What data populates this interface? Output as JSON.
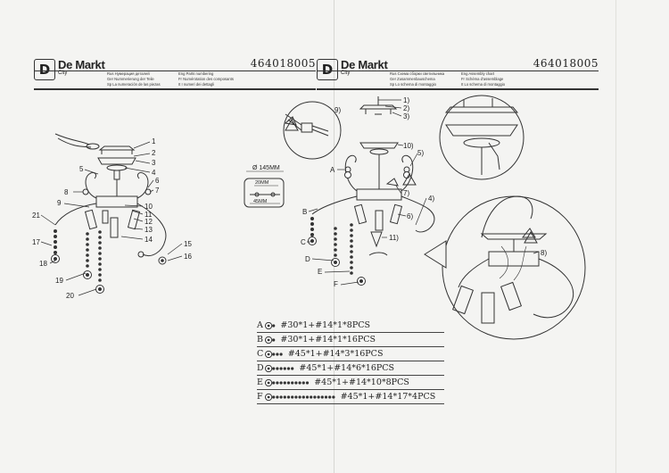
{
  "brand": {
    "logo_mark": "D",
    "name": "De Markt",
    "sub": "City"
  },
  "left_sheet": {
    "code": "464018005",
    "languages": {
      "col1": [
        "Rus Нумерация деталей",
        "Ger Nummerierung der Teile",
        "Sp La numeración de las piezas"
      ],
      "col2": [
        "Eng Parts numbering",
        "Fr Numérotation des composants",
        "It I numeri dei dettagli"
      ]
    },
    "callouts": [
      "1",
      "2",
      "3",
      "4",
      "5",
      "6",
      "7",
      "8",
      "9",
      "10",
      "11",
      "12",
      "13",
      "14",
      "15",
      "16",
      "17",
      "18",
      "19",
      "20",
      "21"
    ]
  },
  "right_sheet": {
    "code": "464018005",
    "languages": {
      "col1": [
        "Rus Схема сборки светильника",
        "Ger Zusammenbauschema",
        "Sp Lo schema di montaggio"
      ],
      "col2": [
        "Eng Assembly chart",
        "Fr Schéma d'assemblage",
        "It Lo schema di montaggio"
      ]
    },
    "steps": [
      "1)",
      "2)",
      "3)",
      "4)",
      "5)",
      "6)",
      "7)",
      "8)",
      "9)",
      "10)",
      "11)"
    ],
    "letters": [
      "A",
      "B",
      "C",
      "D",
      "E",
      "F"
    ],
    "dims": {
      "diameter": "Ø 145MM",
      "d1": "20MM",
      "d2": "45MM"
    }
  },
  "kits": [
    {
      "letter": "A",
      "beads": 1,
      "spec": "#30*1+#14*1*8PCS"
    },
    {
      "letter": "B",
      "beads": 1,
      "spec": "#30*1+#14*1*16PCS"
    },
    {
      "letter": "C",
      "beads": 3,
      "spec": "#45*1+#14*3*16PCS"
    },
    {
      "letter": "D",
      "beads": 6,
      "spec": "#45*1+#14*6*16PCS"
    },
    {
      "letter": "E",
      "beads": 10,
      "spec": "#45*1+#14*10*8PCS"
    },
    {
      "letter": "F",
      "beads": 17,
      "spec": "#45*1+#14*17*4PCS"
    }
  ]
}
